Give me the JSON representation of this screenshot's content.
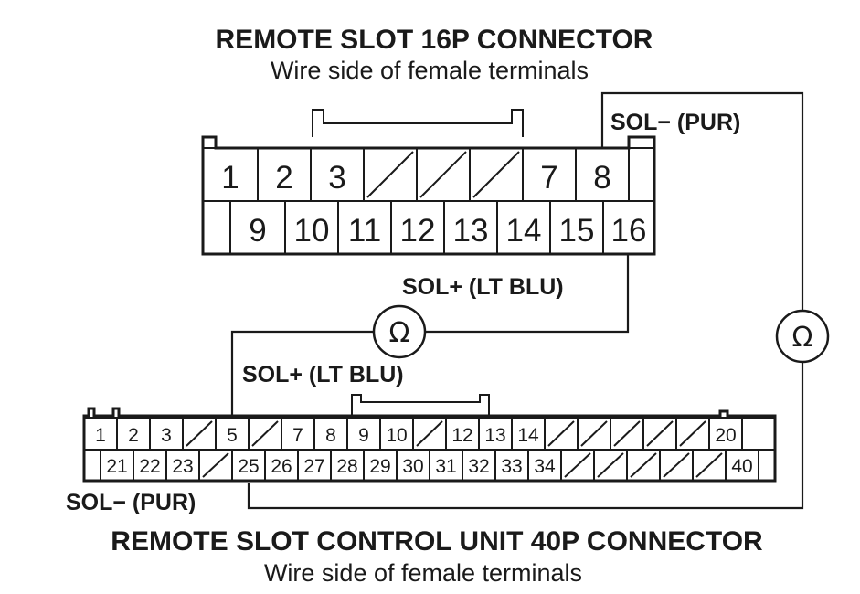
{
  "connector16": {
    "title": "REMOTE SLOT 16P CONNECTOR",
    "subtitle": "Wire side of female terminals",
    "row1": [
      "1",
      "2",
      "3",
      "",
      "",
      "",
      "7",
      "8",
      ""
    ],
    "row2": [
      "",
      "9",
      "10",
      "11",
      "12",
      "13",
      "14",
      "15",
      "16"
    ],
    "row1_blank_slashed": [
      3,
      4,
      5
    ]
  },
  "connector40": {
    "title": "REMOTE SLOT CONTROL UNIT 40P CONNECTOR",
    "subtitle": "Wire side of female terminals",
    "row1": [
      "1",
      "2",
      "3",
      "",
      "5",
      "",
      "7",
      "8",
      "9",
      "10",
      "",
      "12",
      "13",
      "14",
      "",
      "",
      "",
      "",
      "",
      "20",
      ""
    ],
    "row2": [
      "",
      "21",
      "22",
      "23",
      "",
      "25",
      "26",
      "27",
      "28",
      "29",
      "30",
      "31",
      "32",
      "33",
      "34",
      "",
      "",
      "",
      "",
      "",
      "40"
    ]
  },
  "labels": {
    "sol_minus_top": "SOL− (PUR)",
    "sol_plus_top": "SOL+ (LT BLU)",
    "sol_plus_mid": "SOL+ (LT BLU)",
    "sol_minus_bottom": "SOL− (PUR)"
  },
  "meters": {
    "symbol": "Ω"
  }
}
